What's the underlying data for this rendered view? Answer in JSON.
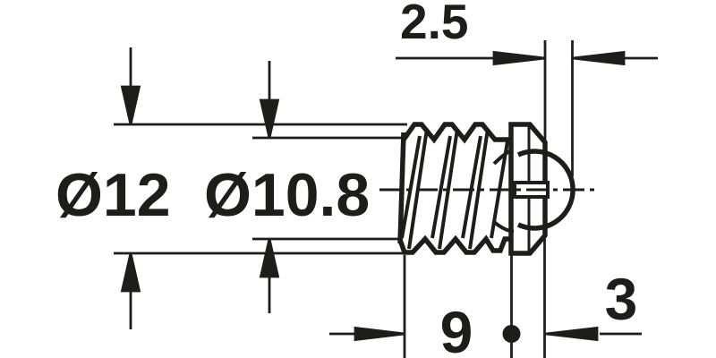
{
  "page": {
    "kind": "technical dimension drawing",
    "subject": "threaded ball catch, side section view",
    "background": "#ffffff",
    "ink": "#1d1d1b"
  },
  "dimensions": {
    "ball_protrusion": {
      "label": "2.5",
      "orientation": "horizontal",
      "position": "top-right"
    },
    "outer_diameter": {
      "label": "Ø12",
      "orientation": "vertical",
      "position": "left"
    },
    "core_diameter": {
      "label": "Ø10.8",
      "orientation": "vertical",
      "position": "left-center"
    },
    "thread_length": {
      "label": "9",
      "orientation": "horizontal",
      "position": "bottom"
    },
    "collar_width": {
      "label": "3",
      "orientation": "horizontal",
      "position": "bottom-right"
    }
  }
}
